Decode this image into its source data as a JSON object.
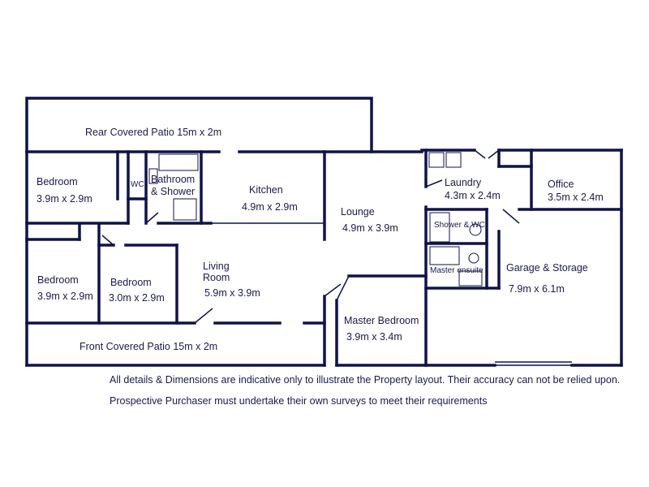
{
  "rooms": {
    "rear_patio": "Rear Covered Patio  15m x 2m",
    "bedroom_a_name": "Bedroom",
    "bedroom_a_size": "3.9m x 2.9m",
    "wc": "WC",
    "bathroom_line1": "Bathroom",
    "bathroom_line2": "& Shower",
    "kitchen_name": "Kitchen",
    "kitchen_size": "4.9m x 2.9m",
    "lounge_name": "Lounge",
    "lounge_size": "4.9m x 3.9m",
    "laundry_name": "Laundry",
    "laundry_size": "4.3m x 2.4m",
    "office_name": "Office",
    "office_size": "3.5m x 2.4m",
    "shower_wc": "Shower & WC",
    "master_ensuite": "Master ensuite",
    "garage_name": "Garage & Storage",
    "garage_size": "7.9m x 6.1m",
    "bedroom_b_name": "Bedroom",
    "bedroom_b_size": "3.9m x 2.9m",
    "bedroom_c_name": "Bedroom",
    "bedroom_c_size": "3.0m x 2.9m",
    "living_line1": "Living",
    "living_line2": "Room",
    "living_size": "5.9m x 3.9m",
    "master_name": "Master Bedroom",
    "master_size": "3.9m x 3.4m",
    "front_patio": "Front Covered Patio  15m x 2m"
  },
  "disclaimer": {
    "line1": "All details & Dimensions are indicative only to illustrate the Property layout. Their accuracy can not be relied upon.",
    "line2": "Prospective Purchaser must undertake their own surveys to meet their requirements"
  },
  "colors": {
    "wall": "#0f1348",
    "text": "#1a1a4a",
    "background": "#ffffff"
  }
}
